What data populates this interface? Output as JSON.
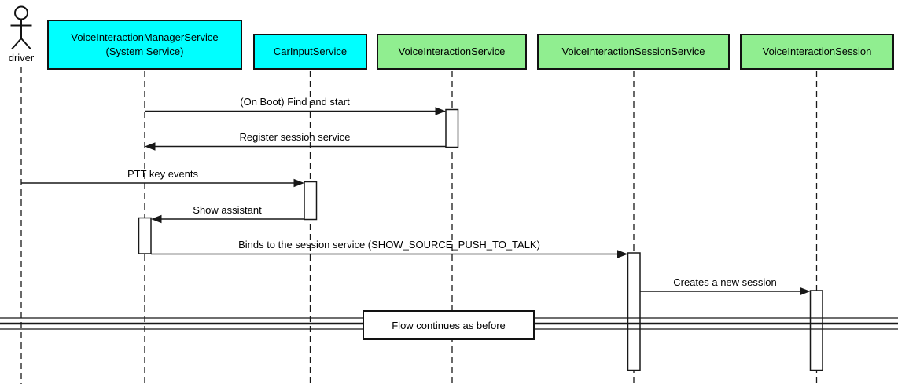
{
  "diagram": {
    "type": "uml-sequence-diagram",
    "actor": {
      "label": "driver"
    },
    "participants": [
      {
        "label": "VoiceInteractionManagerService\n(System Service)",
        "color": "#00FFFF"
      },
      {
        "label": "CarInputService",
        "color": "#00FFFF"
      },
      {
        "label": "VoiceInteractionService",
        "color": "#90EE90"
      },
      {
        "label": "VoiceInteractionSessionService",
        "color": "#90EE90"
      },
      {
        "label": "VoiceInteractionSession",
        "color": "#90EE90"
      }
    ],
    "messages": [
      {
        "label": "(On Boot) Find and start",
        "from": "VoiceInteractionManagerService (System Service)",
        "to": "VoiceInteractionService",
        "direction": "right"
      },
      {
        "label": "Register session service",
        "from": "VoiceInteractionService",
        "to": "VoiceInteractionManagerService (System Service)",
        "direction": "left"
      },
      {
        "label": "PTT key events",
        "from": "driver",
        "to": "CarInputService",
        "direction": "right"
      },
      {
        "label": "Show assistant",
        "from": "CarInputService",
        "to": "VoiceInteractionManagerService (System Service)",
        "direction": "left"
      },
      {
        "label": "Binds to the session service (SHOW_SOURCE_PUSH_TO_TALK)",
        "from": "VoiceInteractionManagerService (System Service)",
        "to": "VoiceInteractionSessionService",
        "direction": "right"
      },
      {
        "label": "Creates a new session",
        "from": "VoiceInteractionSessionService",
        "to": "VoiceInteractionSession",
        "direction": "right"
      }
    ],
    "divider": {
      "label": "Flow continues as before"
    },
    "colors": {
      "participant_cyan": "#00FFFF",
      "participant_green": "#90EE90",
      "line": "#181818",
      "background": "#FFFFFF"
    }
  }
}
